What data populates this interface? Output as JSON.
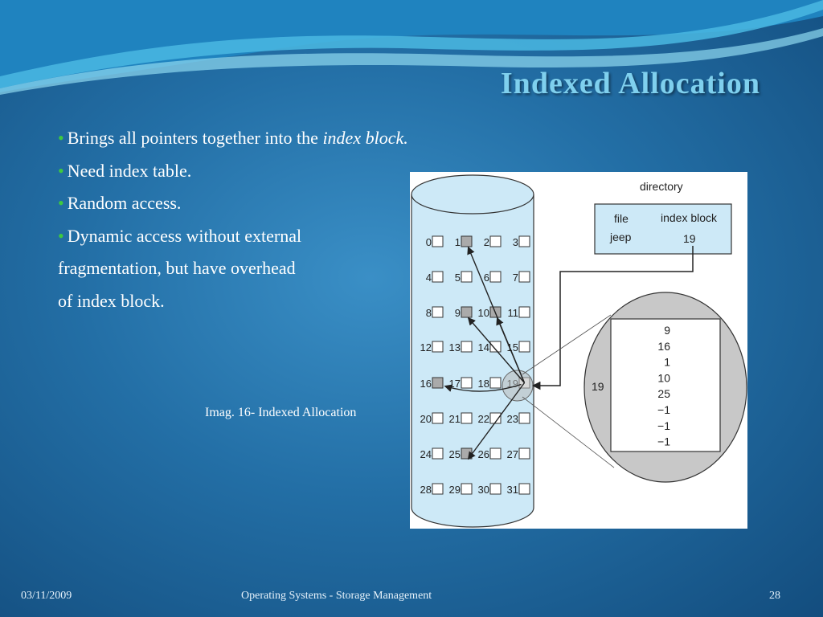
{
  "slide": {
    "title": "Indexed Allocation",
    "bullets": [
      {
        "prefix": "Brings all pointers together into the ",
        "italic": "index block."
      },
      {
        "text": "Need index table."
      },
      {
        "text": "Random access."
      },
      {
        "text": "Dynamic access without external"
      }
    ],
    "continuation": [
      "fragmentation, but have overhead",
      "of index block."
    ],
    "caption": "Imag. 16- Indexed Allocation",
    "bullet_char": "•",
    "colors": {
      "title": "#7fd0ee",
      "bullet": "#3ec93e",
      "cylinder": "#cde9f7",
      "oval": "#c8c8c8"
    }
  },
  "figure": {
    "directory_label": "directory",
    "header_file": "file",
    "header_index_block": "index block",
    "row_file": "jeep",
    "row_index_block": "19",
    "blocks": [
      "0",
      "1",
      "2",
      "3",
      "4",
      "5",
      "6",
      "7",
      "8",
      "9",
      "10",
      "11",
      "12",
      "13",
      "14",
      "15",
      "16",
      "17",
      "18",
      "19",
      "20",
      "21",
      "22",
      "23",
      "24",
      "25",
      "26",
      "27",
      "28",
      "29",
      "30",
      "31"
    ],
    "filled_blocks": [
      "1",
      "9",
      "10",
      "16",
      "25"
    ],
    "index_label": "19",
    "index_values": [
      "9",
      "16",
      "1",
      "10",
      "25",
      "−1",
      "−1",
      "−1"
    ]
  },
  "footer": {
    "date": "03/11/2009",
    "title": "Operating Systems - Storage Management",
    "page": "28"
  }
}
